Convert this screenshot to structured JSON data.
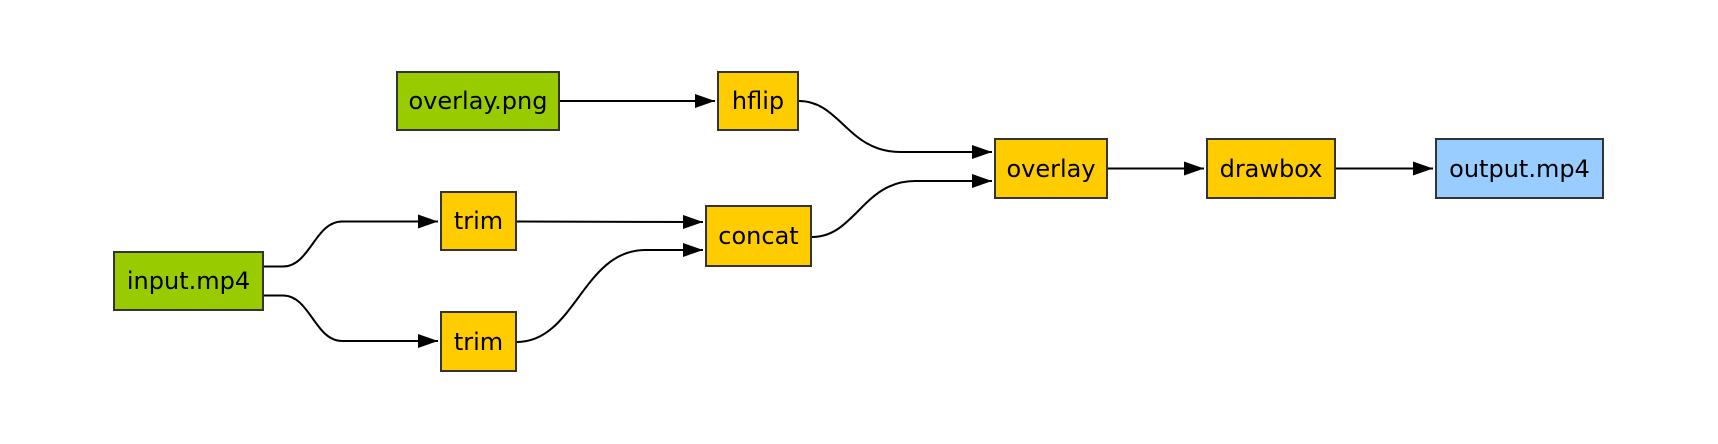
{
  "palette": {
    "source_fill": "#99CC00",
    "filter_fill": "#FFCC00",
    "sink_fill": "#99CCFF",
    "node_border": "#333333",
    "edge_color": "#000000",
    "background": "#FFFFFF"
  },
  "nodes": [
    {
      "id": "overlay-png",
      "label": "overlay.png",
      "role": "source-file",
      "fill": "#99CC00"
    },
    {
      "id": "hflip",
      "label": "hflip",
      "role": "filter",
      "fill": "#FFCC00"
    },
    {
      "id": "overlay",
      "label": "overlay",
      "role": "filter",
      "fill": "#FFCC00"
    },
    {
      "id": "drawbox",
      "label": "drawbox",
      "role": "filter",
      "fill": "#FFCC00"
    },
    {
      "id": "output-mp4",
      "label": "output.mp4",
      "role": "output-file",
      "fill": "#99CCFF"
    },
    {
      "id": "trim-top",
      "label": "trim",
      "role": "filter",
      "fill": "#FFCC00"
    },
    {
      "id": "concat",
      "label": "concat",
      "role": "filter",
      "fill": "#FFCC00"
    },
    {
      "id": "input-mp4",
      "label": "input.mp4",
      "role": "source-file",
      "fill": "#99CC00"
    },
    {
      "id": "trim-bottom",
      "label": "trim",
      "role": "filter",
      "fill": "#FFCC00"
    }
  ],
  "edges": [
    {
      "from": "overlay-png",
      "to": "hflip"
    },
    {
      "from": "hflip",
      "to": "overlay"
    },
    {
      "from": "input-mp4",
      "to": "trim-top"
    },
    {
      "from": "input-mp4",
      "to": "trim-bottom"
    },
    {
      "from": "trim-top",
      "to": "concat"
    },
    {
      "from": "trim-bottom",
      "to": "concat"
    },
    {
      "from": "concat",
      "to": "overlay"
    },
    {
      "from": "overlay",
      "to": "drawbox"
    },
    {
      "from": "drawbox",
      "to": "output-mp4"
    }
  ]
}
